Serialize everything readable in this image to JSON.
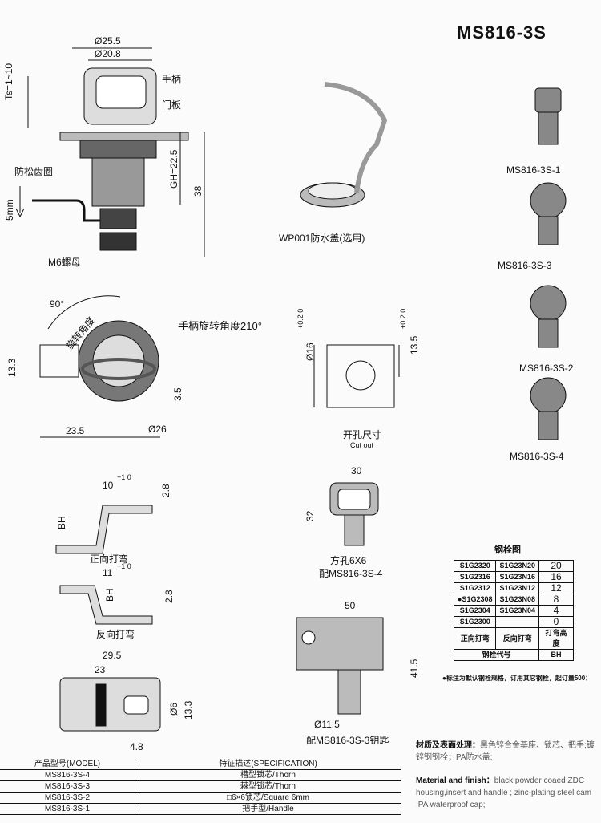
{
  "title": "MS816-3S",
  "side_view": {
    "d1": "Ø25.5",
    "d2": "Ø20.8",
    "handle": "手柄",
    "door": "门板",
    "ts": "Ts=1~10",
    "ring": "防松齿圈",
    "gh": "GH=22.5",
    "h": "38",
    "stroke": "5mm",
    "nut": "M6螺母"
  },
  "cap": {
    "label": "WP001防水盖(选用)"
  },
  "variants": [
    "MS816-3S-1",
    "MS816-3S-3",
    "MS816-3S-2",
    "MS816-3S-4"
  ],
  "front_view": {
    "angle": "90°",
    "angle_label": "旋转角度",
    "rotation": "手柄旋转角度210°",
    "h": "13.3",
    "offset": "3.5",
    "w": "23.5",
    "d": "Ø26"
  },
  "cutout": {
    "d": "Ø16",
    "d_tol": "+0.2 0",
    "w": "13.5",
    "w_tol": "+0.2 0",
    "label": "开孔尺寸",
    "label_en": "Cut out"
  },
  "cam_forward": {
    "len": "10",
    "tol": "+1 0",
    "t": "2.8",
    "bh": "BH",
    "label": "正向打弯"
  },
  "cam_reverse": {
    "len": "11",
    "tol": "+1 0",
    "t": "2.8",
    "bh": "BH",
    "label": "反向打弯"
  },
  "key_square": {
    "w": "30",
    "h": "32",
    "label1": "方孔6X6",
    "label2": "配MS816-3S-4"
  },
  "key_thorn": {
    "w": "50",
    "h": "41.5",
    "d": "Ø11.5",
    "label": "配MS816-3S-3钥匙"
  },
  "cam_plate": {
    "l1": "29.5",
    "l2": "23",
    "d": "Ø6",
    "h": "13.3",
    "w": "4.8"
  },
  "bolt_table": {
    "title": "钢栓图",
    "rows": [
      [
        "S1G2320",
        "S1G23N20",
        "20"
      ],
      [
        "S1G2316",
        "S1G23N16",
        "16"
      ],
      [
        "S1G2312",
        "S1G23N12",
        "12"
      ],
      [
        "●S1G2308",
        "S1G23N08",
        "8"
      ],
      [
        "S1G2304",
        "S1G23N04",
        "4"
      ],
      [
        "S1G2300",
        "",
        "0"
      ]
    ],
    "h_forward": "正向打弯",
    "h_reverse": "反向打弯",
    "h_height": "打弯高度",
    "h_code": "钢栓代号",
    "h_bh": "BH",
    "note": "●标注为默认钢栓规格，订用其它钢栓，起订量500："
  },
  "spec_table": {
    "h_model": "产品型号(MODEL)",
    "h_spec": "特征描述(SPECIFICATION)",
    "rows": [
      [
        "MS816-3S-4",
        "槽型锁芯/Thorn"
      ],
      [
        "MS816-3S-3",
        "棘型锁芯/Thorn"
      ],
      [
        "MS816-3S-2",
        "□6×6锁芯/Square 6mm"
      ],
      [
        "MS816-3S-1",
        "把手型/Handle"
      ]
    ]
  },
  "material": {
    "cn_label": "材质及表面处理：",
    "cn": "黑色锌合金基座、锁芯、把手;镀锌钢钢栓；PA防水盖;",
    "en_label": "Material and finish：",
    "en": "black powder coaed ZDC housing,insert and handle ; zinc-plating steel cam ;PA waterproof cap;"
  }
}
